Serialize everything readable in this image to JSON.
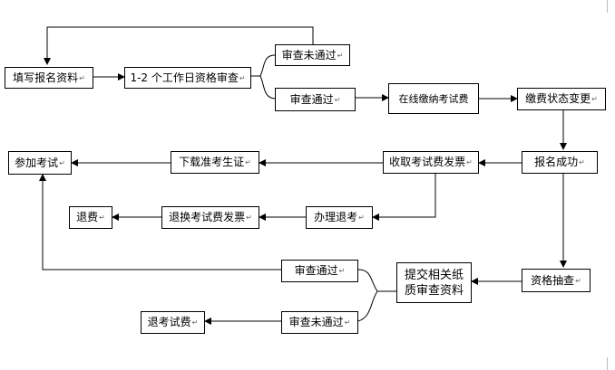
{
  "para_mark": "↵",
  "nodes": {
    "fill_info": "填写报名资料",
    "review_1_2_days": "1-2 个工作日资格审查",
    "review_fail_top": "审查未通过",
    "review_pass_top": "审查通过",
    "pay_online": "在线缴纳考试费",
    "payment_status_change": "缴费状态变更",
    "register_success": "报名成功",
    "collect_invoice": "收取考试费发票",
    "download_ticket": "下载准考生证",
    "take_exam": "参加考试",
    "withdraw_exam": "办理退考",
    "exchange_invoice": "退换考试费发票",
    "refund": "退费",
    "qualification_spot_check": "资格抽查",
    "submit_paper_docs": "提交相关纸质审查资料",
    "review_pass_bottom": "审查通过",
    "review_fail_bottom": "审查未通过",
    "refund_exam_fee": "退考试费"
  }
}
